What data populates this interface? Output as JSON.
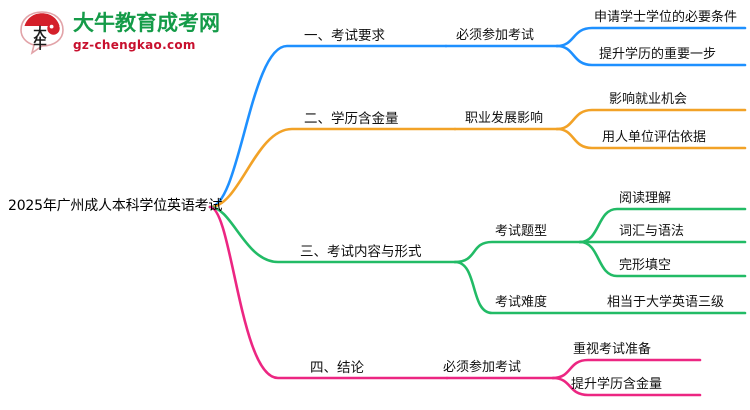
{
  "logo": {
    "mark_name": "daniu-speech-bubble-logo",
    "title": "大牛教育成考网",
    "domain": "gz-chengkao.com",
    "mark_text": "大牛",
    "title_color": "#149B48",
    "domain_color": "#C8102E",
    "mark_color": "#D4202A"
  },
  "mindmap": {
    "root": "2025年广州成人本科学位英语考试",
    "branches": [
      {
        "label": "一、考试要求",
        "color": "#1E90FF",
        "children": [
          {
            "label": "必须参加考试",
            "children": [
              {
                "label": "申请学士学位的必要条件"
              },
              {
                "label": "提升学历的重要一步"
              }
            ]
          }
        ]
      },
      {
        "label": "二、学历含金量",
        "color": "#F2A227",
        "children": [
          {
            "label": "职业发展影响",
            "children": [
              {
                "label": "影响就业机会"
              },
              {
                "label": "用人单位评估依据"
              }
            ]
          }
        ]
      },
      {
        "label": "三、考试内容与形式",
        "color": "#22BB66",
        "children": [
          {
            "label": "考试题型",
            "children": [
              {
                "label": "阅读理解"
              },
              {
                "label": "词汇与语法"
              },
              {
                "label": "完形填空"
              }
            ]
          },
          {
            "label": "考试难度",
            "children": [
              {
                "label": "相当于大学英语三级"
              }
            ]
          }
        ]
      },
      {
        "label": "四、结论",
        "color": "#EC2682",
        "children": [
          {
            "label": "必须参加考试",
            "children": [
              {
                "label": "重视考试准备"
              },
              {
                "label": "提升学历含金量"
              }
            ]
          }
        ]
      }
    ]
  }
}
